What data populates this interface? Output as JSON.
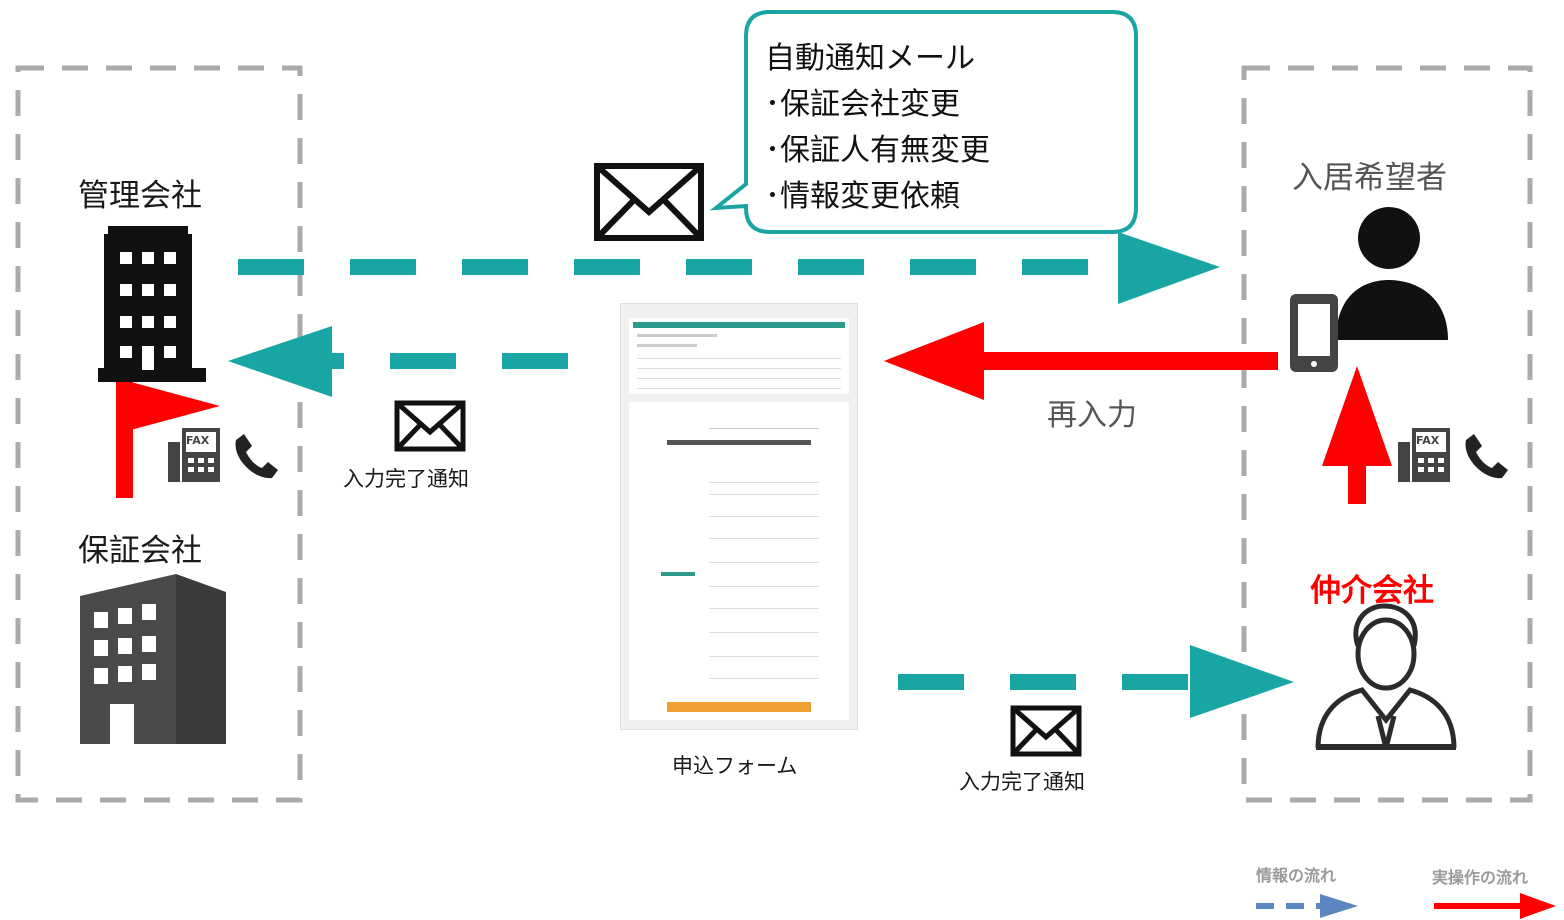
{
  "actors": {
    "management": "管理会社",
    "guarantor": "保証会社",
    "applicant": "入居希望者",
    "broker": "仲介会社"
  },
  "notice_bubble": {
    "lines": [
      "自動通知メール",
      "･保証会社変更",
      "･保証人有無変更",
      "･情報変更依頼"
    ]
  },
  "flow_labels": {
    "reinput": "再入力",
    "completion_left": "入力完了通知",
    "completion_right": "入力完了通知"
  },
  "form": {
    "caption": "申込フォーム"
  },
  "legend": {
    "info_flow": "情報の流れ",
    "operation_flow": "実操作の流れ"
  },
  "icons": {
    "fax": "FAX"
  },
  "colors": {
    "info_flow": "#1aa5a5",
    "operation_flow": "#ff0000",
    "legend_info": "#5b86c0",
    "broker_label": "#ff0000",
    "box_border": "#aaaaaa"
  }
}
